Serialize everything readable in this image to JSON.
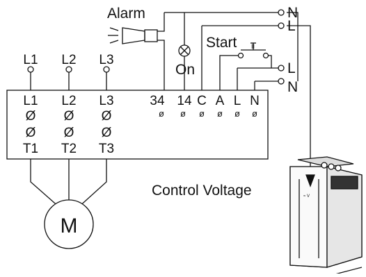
{
  "labels": {
    "alarm": "Alarm",
    "on": "On",
    "start": "Start",
    "control_voltage": "Control Voltage",
    "motor": "M",
    "supply_top_n": "N",
    "supply_top_l": "L",
    "supply_right_l": "L",
    "supply_right_n": "N"
  },
  "phase_inputs": [
    "L1",
    "L2",
    "L3"
  ],
  "line_terminals": [
    "L1",
    "L2",
    "L3"
  ],
  "load_terminals": [
    "T1",
    "T2",
    "T3"
  ],
  "control_terminals": [
    "34",
    "14",
    "C",
    "A",
    "L",
    "N"
  ],
  "terminal_glyph": "Ø",
  "screw_glyph": "ø",
  "indicator_glyphs": {
    "start_button": "II",
    "module_mark": "≈ V"
  },
  "colors": {
    "line": "#111111",
    "background": "#ffffff",
    "module_body": "#f0f0f0",
    "module_dark": "#222222"
  }
}
